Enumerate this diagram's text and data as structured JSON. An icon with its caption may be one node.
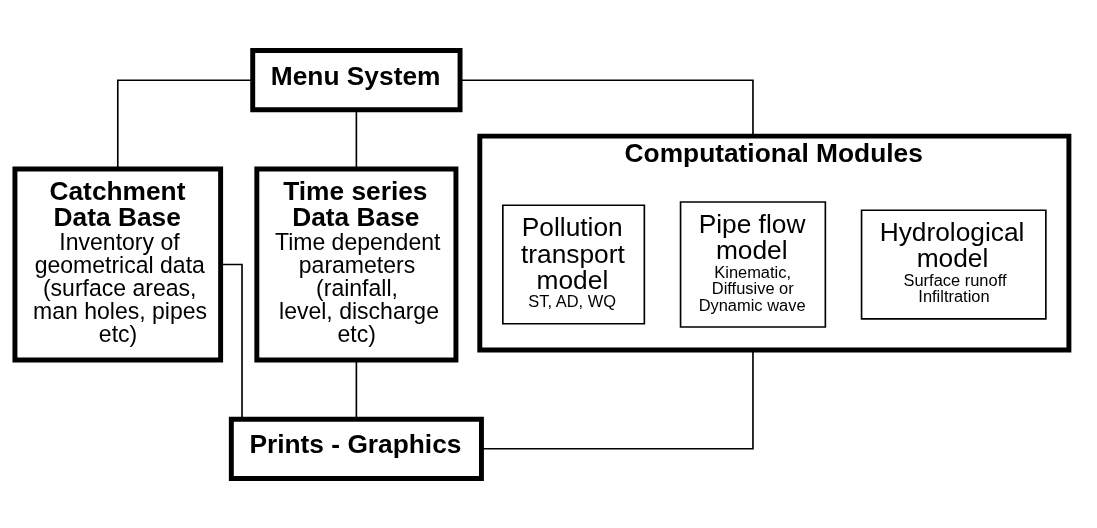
{
  "diagram": {
    "nodes": [
      {
        "text": [
          "Menu System"
        ]
      },
      {
        "text": [
          "Catchment Data Base",
          "Inventory of geometrical data (surface areas, man holes, pipes etc)"
        ]
      },
      {
        "text": [
          "Time series Data Base",
          "Time dependent parameters (rainfall, level, discharge etc)"
        ]
      },
      {
        "text": [
          "Computational Modules"
        ]
      },
      {
        "text": [
          "Hydrological model",
          "Surface runoff Infiltration"
        ],
        "in": 3
      },
      {
        "text": [
          "Pipe flow model",
          "Kinematic, Diffusive or Dynamic wave"
        ],
        "in": 3
      },
      {
        "text": [
          "Pollution transport model",
          "ST, AD, WQ"
        ],
        "in": 3
      },
      {
        "text": [
          "Prints - Graphics"
        ]
      }
    ],
    "edges": [
      {
        "from": 0,
        "to": 1,
        "arrow": "none"
      },
      {
        "from": 0,
        "to": 2,
        "arrow": "none"
      },
      {
        "from": 0,
        "to": 3,
        "arrow": "none"
      },
      {
        "from": 1,
        "to": 7,
        "arrow": "none"
      },
      {
        "from": 2,
        "to": 7,
        "arrow": "none"
      },
      {
        "from": 3,
        "to": 7,
        "arrow": "none"
      }
    ]
  }
}
